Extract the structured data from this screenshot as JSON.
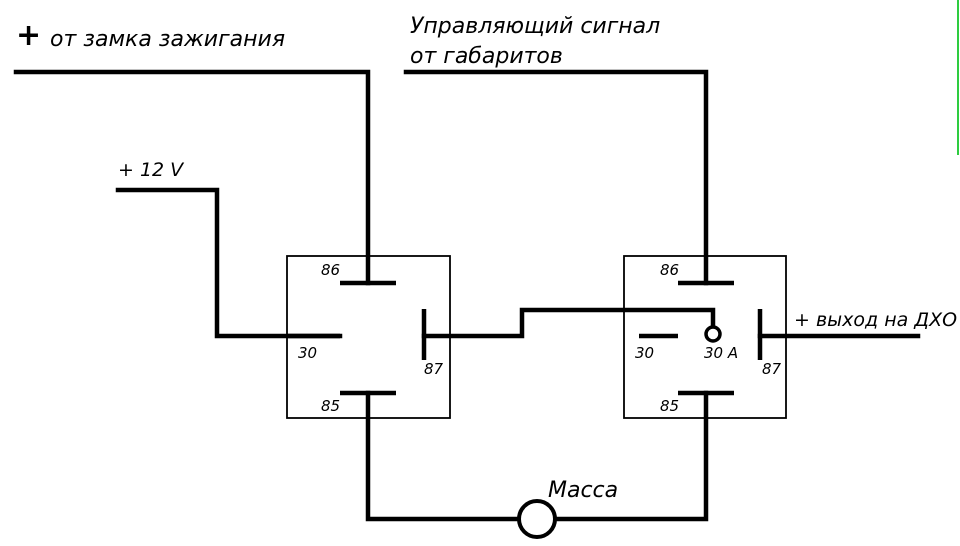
{
  "labels": {
    "ignition_plus": "+",
    "ignition_text": "от замка зажигания",
    "control_line1": "Управляющий сигнал",
    "control_line2": "от габаритов",
    "supply_12v": "+ 12 V",
    "output_drl": "+ выход на ДХО",
    "ground": "Масса"
  },
  "relay_left": {
    "pin_86": "86",
    "pin_30": "30",
    "pin_87": "87",
    "pin_85": "85"
  },
  "relay_right": {
    "pin_86": "86",
    "pin_30": "30",
    "pin_30a": "30 А",
    "pin_87": "87",
    "pin_85": "85"
  }
}
